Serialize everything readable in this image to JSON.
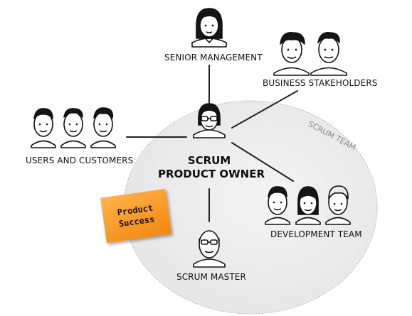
{
  "diagram": {
    "team_boundary_label": "SCRUM TEAM",
    "center": {
      "line1": "SCRUM",
      "line2": "PRODUCT OWNER"
    },
    "stakeholders": {
      "senior_management": "SENIOR MANAGEMENT",
      "business_stakeholders": "BUSINESS STAKEHOLDERS",
      "users_and_customers": "USERS AND CUSTOMERS",
      "development_team": "DEVELOPMENT TEAM",
      "scrum_master": "SCRUM MASTER"
    },
    "sticky_note": {
      "line1": "Product",
      "line2": "Success"
    },
    "colors": {
      "sticky_note": "#f7931e",
      "team_area": "#eeeeee",
      "connector": "#222222",
      "team_label": "#8c8c8c"
    }
  }
}
